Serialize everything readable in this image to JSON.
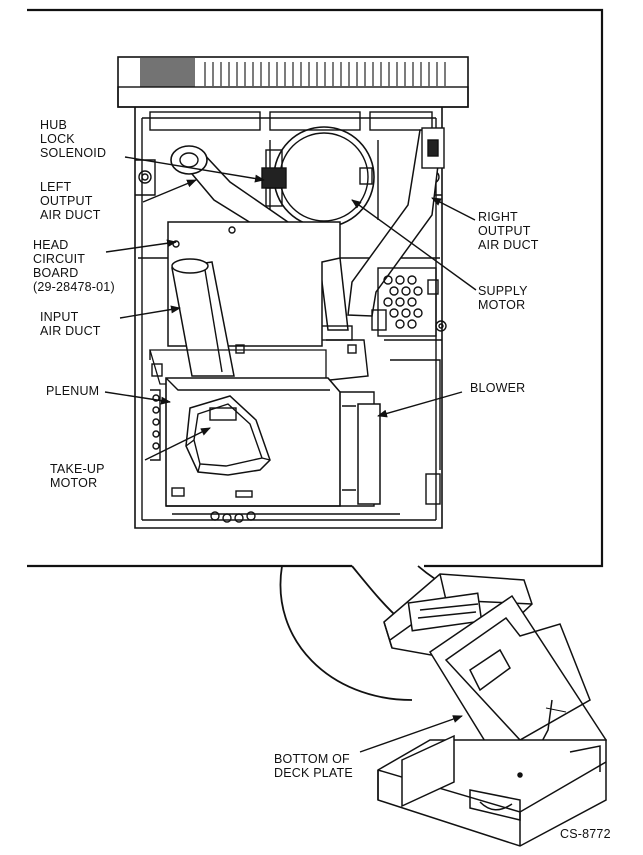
{
  "labels": {
    "hub_lock_solenoid": [
      "HUB",
      "LOCK",
      "SOLENOID"
    ],
    "left_output_air_duct": [
      "LEFT",
      "OUTPUT",
      "AIR DUCT"
    ],
    "head_circuit_board": [
      "HEAD",
      "CIRCUIT",
      "BOARD",
      "(29-28478-01)"
    ],
    "input_air_duct": [
      "INPUT",
      "AIR DUCT"
    ],
    "plenum": [
      "PLENUM"
    ],
    "take_up_motor": [
      "TAKE-UP",
      "MOTOR"
    ],
    "right_output_air_duct": [
      "RIGHT",
      "OUTPUT",
      "AIR DUCT"
    ],
    "supply_motor": [
      "SUPPLY",
      "MOTOR"
    ],
    "blower": [
      "BLOWER"
    ],
    "bottom_of_deck_plate": [
      "BOTTOM OF",
      "DECK PLATE"
    ]
  },
  "figure_id": "CS-8772",
  "colors": {
    "ink": "#111111",
    "paper": "#ffffff"
  }
}
